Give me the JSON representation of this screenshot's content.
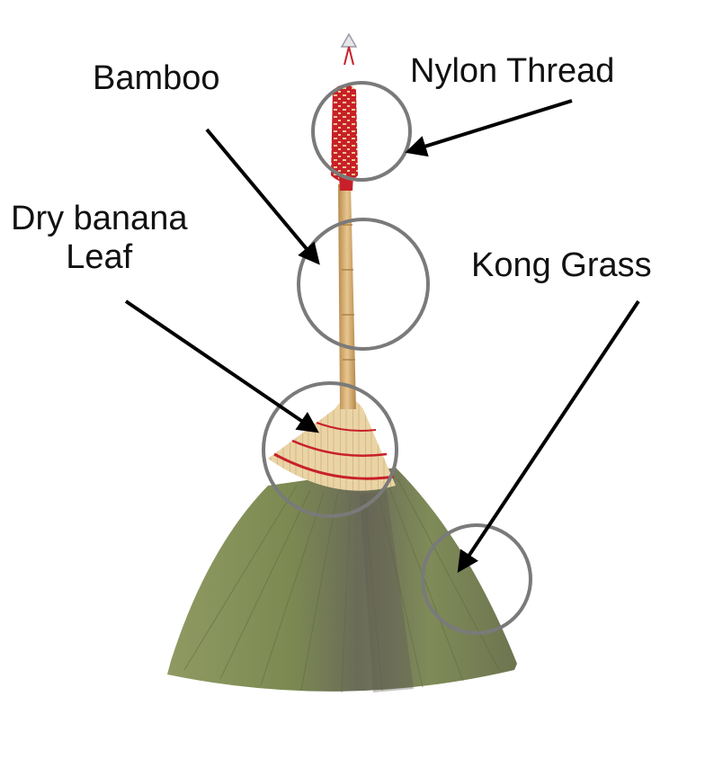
{
  "labels": {
    "bamboo": "Bamboo",
    "nylon_thread": "Nylon Thread",
    "dry_banana_leaf_line1": "Dry banana",
    "dry_banana_leaf_line2": "Leaf",
    "kong_grass": "Kong Grass"
  },
  "colors": {
    "circle_stroke": "#7a7a7a",
    "arrow": "#000000",
    "bamboo_handle": "#d9b27a",
    "nylon_wrap": "#c8202a",
    "banana_leaf": "#e6cfa0",
    "kong_grass": "#7d8a55"
  }
}
